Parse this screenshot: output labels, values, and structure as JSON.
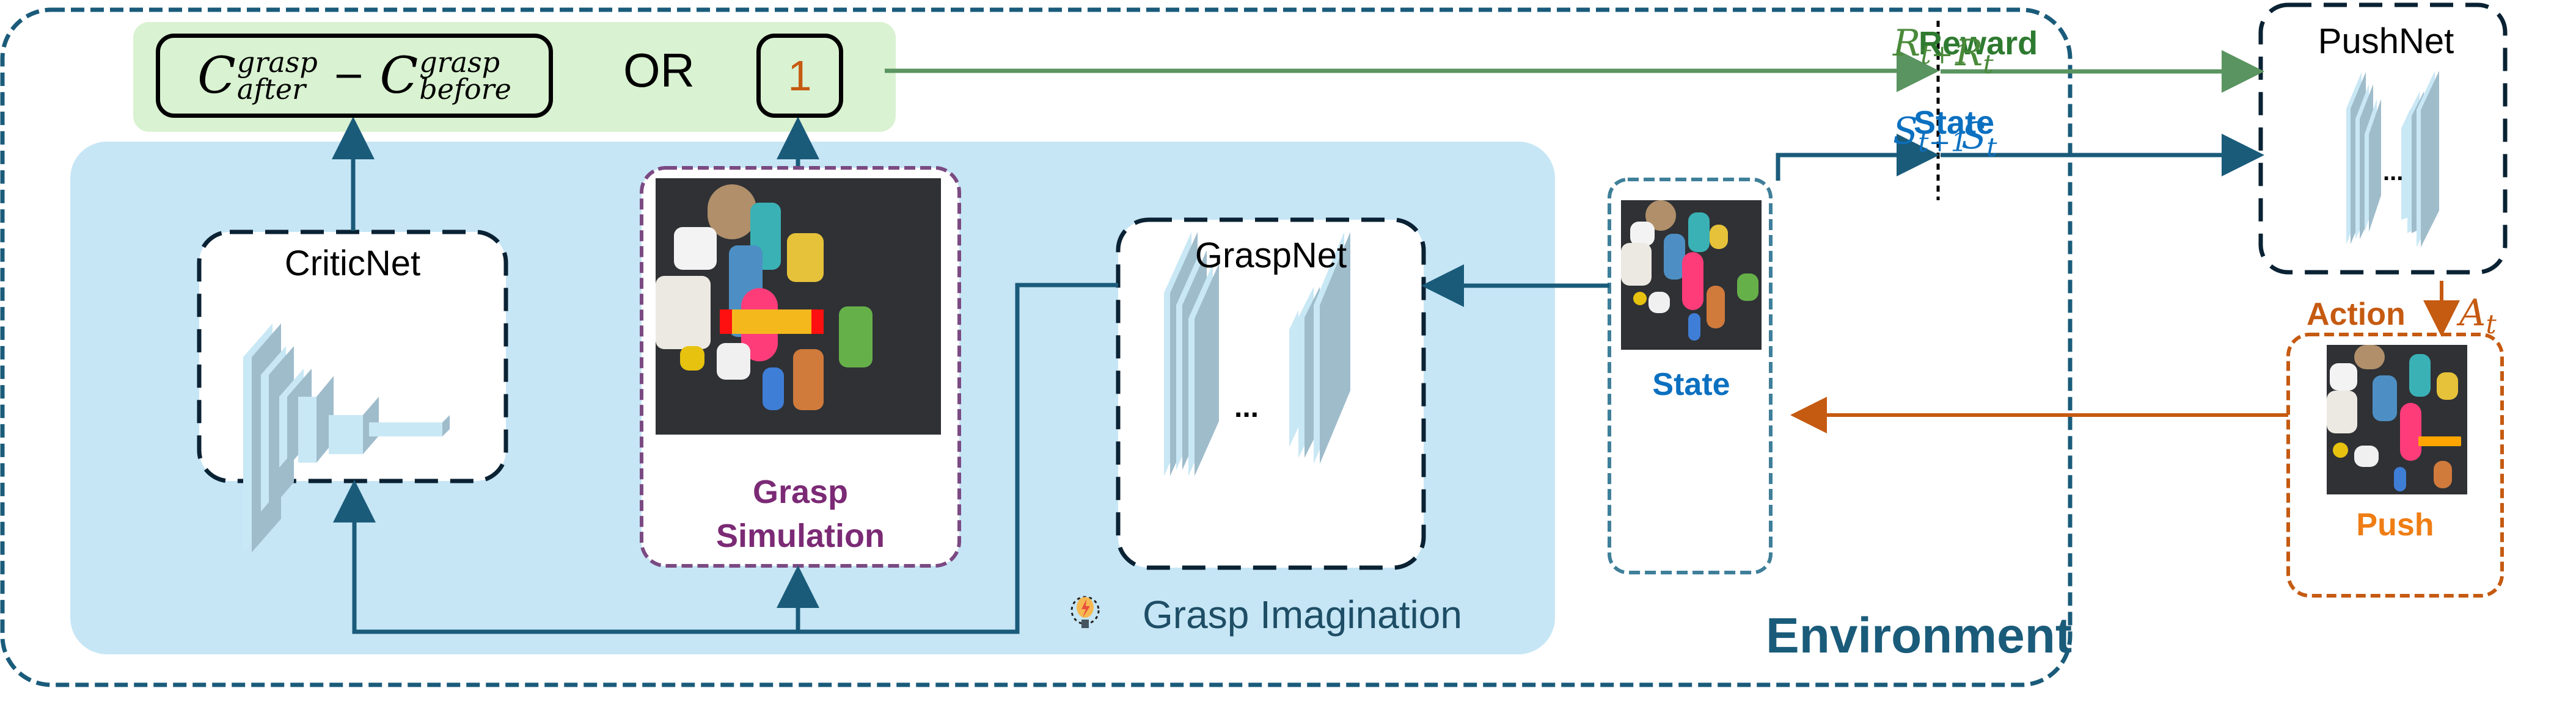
{
  "reward_formula": {
    "term1": {
      "symbol": "C",
      "sup": "grasp",
      "sub": "after"
    },
    "operator": "−",
    "term2": {
      "symbol": "C",
      "sup": "grasp",
      "sub": "before"
    },
    "or_label": "OR",
    "alternative_value": "1"
  },
  "modules": {
    "critic_net": {
      "label": "CriticNet"
    },
    "grasp_simulation": {
      "line1": "Grasp",
      "line2": "Simulation"
    },
    "grasp_net": {
      "label": "GraspNet",
      "ellipsis": "..."
    },
    "environment_state": {
      "label": "State"
    },
    "push_net": {
      "label": "PushNet",
      "ellipsis": "..."
    },
    "push": {
      "label": "Push"
    }
  },
  "regions": {
    "grasp_imagination": {
      "label": "Grasp Imagination",
      "icon": "lightbulb-icon"
    },
    "environment": {
      "label": "Environment"
    }
  },
  "signals": {
    "reward": {
      "label": "Reward",
      "next_symbol": "R",
      "next_sub": "t+1",
      "curr_symbol": "R",
      "curr_sub": "t"
    },
    "state": {
      "label": "State",
      "next_symbol": "S",
      "next_sub": "t+1",
      "curr_symbol": "S",
      "curr_sub": "t"
    },
    "action": {
      "label": "Action",
      "symbol": "A",
      "sub": "t"
    }
  },
  "colors": {
    "environment_border": "#1a5b7a",
    "reward_green": "#2e7a30",
    "reward_arrow": "#5a9460",
    "state_blue": "#0b70c0",
    "flow_arrow": "#1a5b7a",
    "action_orange": "#c55a11",
    "push_orange": "#ef7d14",
    "simulation_purple": "#7b2a75",
    "reward_bg": "#d9f2d1",
    "imagination_bg": "#c6e6f5"
  }
}
